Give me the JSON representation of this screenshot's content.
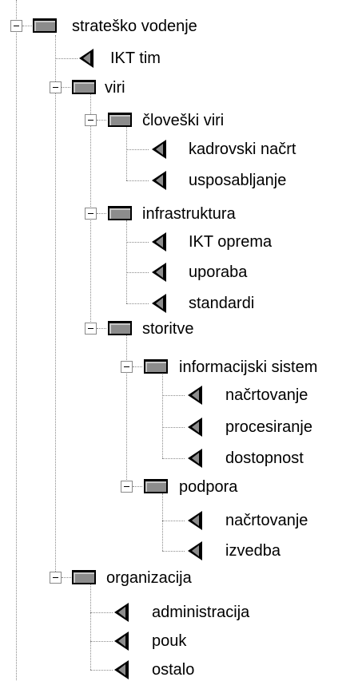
{
  "tree": {
    "root": {
      "label": "strateško vodenje",
      "children": [
        {
          "label": "IKT tim"
        },
        {
          "label": "viri",
          "children": [
            {
              "label": "človeški viri",
              "children": [
                {
                  "label": "kadrovski načrt"
                },
                {
                  "label": "usposabljanje"
                }
              ]
            },
            {
              "label": "infrastruktura",
              "children": [
                {
                  "label": "IKT oprema"
                },
                {
                  "label": "uporaba"
                },
                {
                  "label": "standardi"
                }
              ]
            },
            {
              "label": "storitve",
              "children": [
                {
                  "label": "informacijski sistem",
                  "children": [
                    {
                      "label": "načrtovanje"
                    },
                    {
                      "label": "procesiranje"
                    },
                    {
                      "label": "dostopnost"
                    }
                  ]
                },
                {
                  "label": "podpora",
                  "children": [
                    {
                      "label": "načrtovanje"
                    },
                    {
                      "label": "izvedba"
                    }
                  ]
                }
              ]
            }
          ]
        },
        {
          "label": "organizacija",
          "children": [
            {
              "label": "administracija"
            },
            {
              "label": "pouk"
            },
            {
              "label": "ostalo"
            }
          ]
        }
      ]
    }
  }
}
